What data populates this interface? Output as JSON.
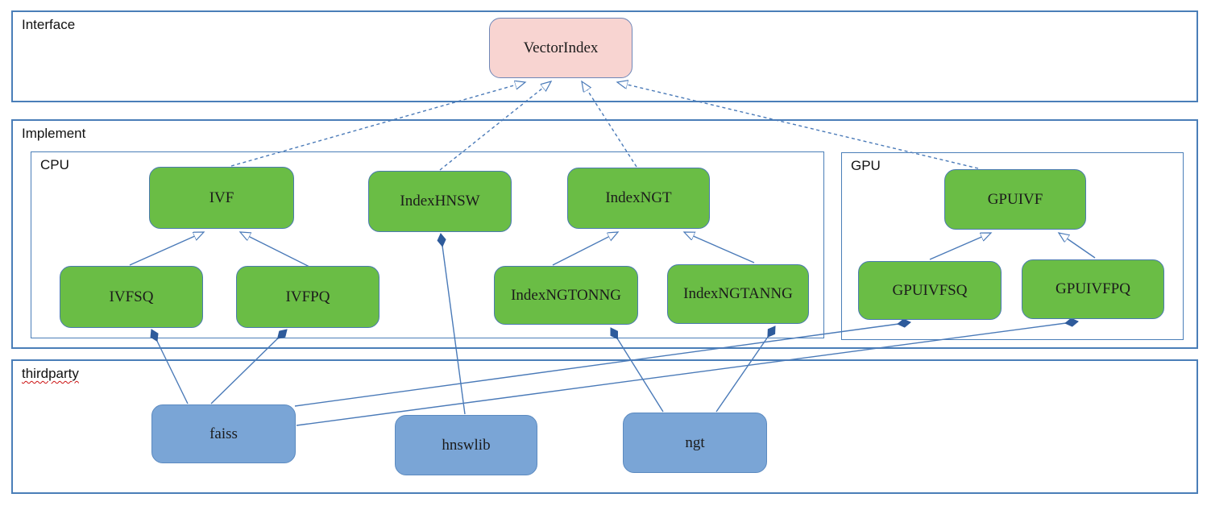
{
  "containers": {
    "interface": {
      "label": "Interface"
    },
    "implement": {
      "label": "Implement"
    },
    "cpu": {
      "label": "CPU"
    },
    "gpu": {
      "label": "GPU"
    },
    "thirdparty": {
      "label": "thirdparty",
      "spellcheck_underline": true
    }
  },
  "nodes": {
    "vectorindex": {
      "label": "VectorIndex",
      "kind": "interface"
    },
    "ivf": {
      "label": "IVF",
      "kind": "class"
    },
    "indexhnsw": {
      "label": "IndexHNSW",
      "kind": "class"
    },
    "indexngt": {
      "label": "IndexNGT",
      "kind": "class"
    },
    "gpuivf": {
      "label": "GPUIVF",
      "kind": "class"
    },
    "ivfsq": {
      "label": "IVFSQ",
      "kind": "class"
    },
    "ivfpq": {
      "label": "IVFPQ",
      "kind": "class"
    },
    "indexngtonng": {
      "label": "IndexNGTONNG",
      "kind": "class"
    },
    "indexngtanng": {
      "label": "IndexNGTANNG",
      "kind": "class"
    },
    "gpuivfsq": {
      "label": "GPUIVFSQ",
      "kind": "class"
    },
    "gpuivfpq": {
      "label": "GPUIVFPQ",
      "kind": "class"
    },
    "faiss": {
      "label": "faiss",
      "kind": "thirdparty-lib"
    },
    "hnswlib": {
      "label": "hnswlib",
      "kind": "thirdparty-lib"
    },
    "ngt": {
      "label": "ngt",
      "kind": "thirdparty-lib"
    }
  },
  "edges": [
    {
      "from": "IVF",
      "to": "VectorIndex",
      "type": "realization",
      "style": "dashed-open-arrow"
    },
    {
      "from": "IndexHNSW",
      "to": "VectorIndex",
      "type": "realization",
      "style": "dashed-open-arrow"
    },
    {
      "from": "IndexNGT",
      "to": "VectorIndex",
      "type": "realization",
      "style": "dashed-open-arrow"
    },
    {
      "from": "GPUIVF",
      "to": "VectorIndex",
      "type": "realization",
      "style": "dashed-open-arrow"
    },
    {
      "from": "IVFSQ",
      "to": "IVF",
      "type": "generalization",
      "style": "solid-open-arrow"
    },
    {
      "from": "IVFPQ",
      "to": "IVF",
      "type": "generalization",
      "style": "solid-open-arrow"
    },
    {
      "from": "IndexNGTONNG",
      "to": "IndexNGT",
      "type": "generalization",
      "style": "solid-open-arrow"
    },
    {
      "from": "IndexNGTANNG",
      "to": "IndexNGT",
      "type": "generalization",
      "style": "solid-open-arrow"
    },
    {
      "from": "GPUIVFSQ",
      "to": "GPUIVF",
      "type": "generalization",
      "style": "solid-open-arrow"
    },
    {
      "from": "GPUIVFPQ",
      "to": "GPUIVF",
      "type": "generalization",
      "style": "solid-open-arrow"
    },
    {
      "from": "faiss",
      "to": "IVFSQ",
      "type": "composition",
      "style": "solid-filled-diamond"
    },
    {
      "from": "faiss",
      "to": "IVFPQ",
      "type": "composition",
      "style": "solid-filled-diamond"
    },
    {
      "from": "faiss",
      "to": "GPUIVFSQ",
      "type": "composition",
      "style": "solid-filled-diamond"
    },
    {
      "from": "faiss",
      "to": "GPUIVFPQ",
      "type": "composition",
      "style": "solid-filled-diamond"
    },
    {
      "from": "hnswlib",
      "to": "IndexHNSW",
      "type": "composition",
      "style": "solid-filled-diamond"
    },
    {
      "from": "ngt",
      "to": "IndexNGTONNG",
      "type": "composition",
      "style": "solid-filled-diamond"
    },
    {
      "from": "ngt",
      "to": "IndexNGTANNG",
      "type": "composition",
      "style": "solid-filled-diamond"
    }
  ],
  "colors": {
    "interface_fill": "#f8d4d1",
    "class_fill": "#6abd45",
    "thirdparty_fill": "#7aa5d6",
    "node_border": "#4a7ab0",
    "container_border": "#4a7eb8",
    "edge_line": "#4a7ab8",
    "diamond_fill": "#2e5b9b",
    "spellcheck_red": "#cc1111",
    "text": "#1b1b1b"
  }
}
